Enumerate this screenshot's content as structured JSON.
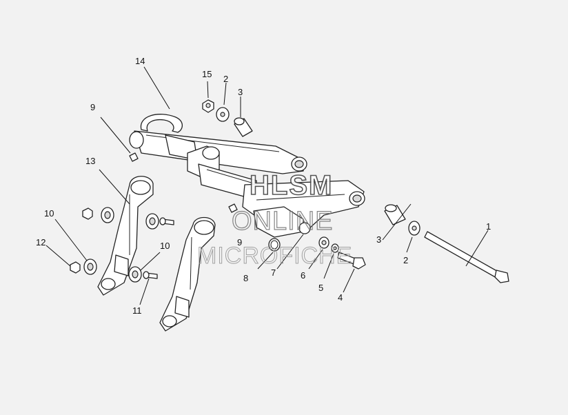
{
  "diagram": {
    "background": "#f2f2f2",
    "callouts": {
      "c1": "1",
      "c2_top": "2",
      "c2_right": "2",
      "c3_top": "3",
      "c3_right": "3",
      "c4": "4",
      "c5": "5",
      "c6": "6",
      "c7": "7",
      "c8": "8",
      "c9_left": "9",
      "c9_center": "9",
      "c10_left": "10",
      "c10_mid": "10",
      "c11": "11",
      "c12": "12",
      "c13": "13",
      "c14": "14",
      "c15": "15"
    },
    "watermark": {
      "line1": "HLSM",
      "line2": "ONLINE",
      "line3": "MICROFICHE"
    }
  }
}
